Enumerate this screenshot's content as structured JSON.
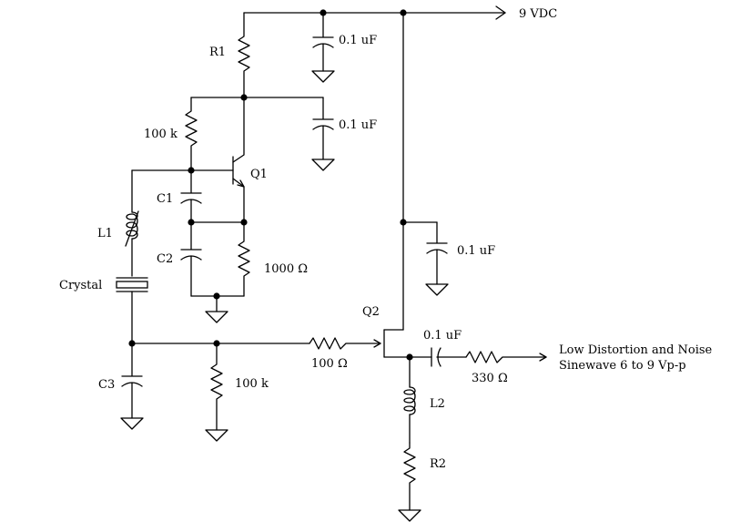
{
  "supply": {
    "label": "9 VDC"
  },
  "components": {
    "r1": "R1",
    "cap_top": "0.1 uF",
    "cap_mid": "0.1 uF",
    "r_bias": "100 k",
    "q1": "Q1",
    "c1": "C1",
    "c2": "C2",
    "r_emitter": "1000 Ω",
    "l1": "L1",
    "crystal": "Crystal",
    "cap_q2_supply": "0.1 uF",
    "q2": "Q2",
    "cap_out": "0.1 uF",
    "c3": "C3",
    "r_base_bias": "100 k",
    "r_base": "100 Ω",
    "r_out": "330 Ω",
    "l2": "L2",
    "r2": "R2"
  },
  "output": {
    "line1": "Low Distortion and Noise",
    "line2": "Sinewave 6 to 9 Vp-p"
  }
}
